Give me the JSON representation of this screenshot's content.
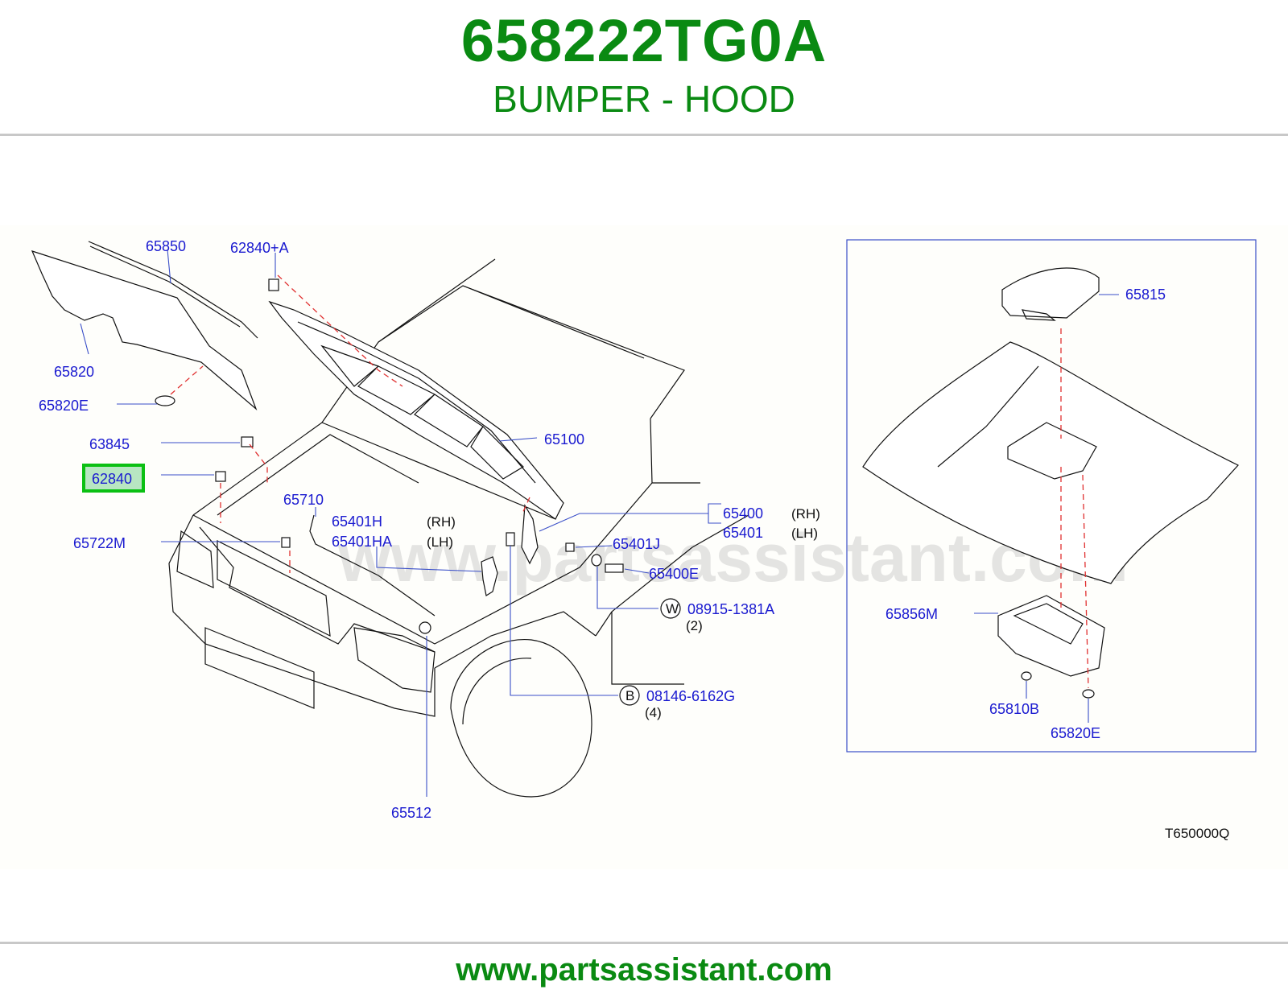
{
  "header": {
    "part_number": "658222TG0A",
    "title": "BUMPER - HOOD"
  },
  "diagram": {
    "watermark": "www.partsassistant.com",
    "code": "T650000Q",
    "highlighted_callout": "62840",
    "callouts": {
      "c65850": "65850",
      "c62840A": "62840+A",
      "c65820": "65820",
      "c65820E_left": "65820E",
      "c63845": "63845",
      "c62840": "62840",
      "c65722M": "65722M",
      "c65710": "65710",
      "c65401H": "65401H",
      "c65401HA": "65401HA",
      "c65100": "65100",
      "c65400": "65400",
      "c65401": "65401",
      "c65401J": "65401J",
      "c65400E": "65400E",
      "c08915": "08915-1381A",
      "c08146": "08146-6162G",
      "c65512": "65512",
      "c65815": "65815",
      "c65856M": "65856M",
      "c65810B": "65810B",
      "c65820E_right": "65820E"
    },
    "side_labels": {
      "rh1": "(RH)",
      "lh1": "(LH)",
      "rh2": "(RH)",
      "lh2": "(LH)",
      "qty2": "(2)",
      "qty4": "(4)",
      "mark_w": "W",
      "mark_b": "B"
    }
  },
  "footer": {
    "url": "www.partsassistant.com"
  }
}
